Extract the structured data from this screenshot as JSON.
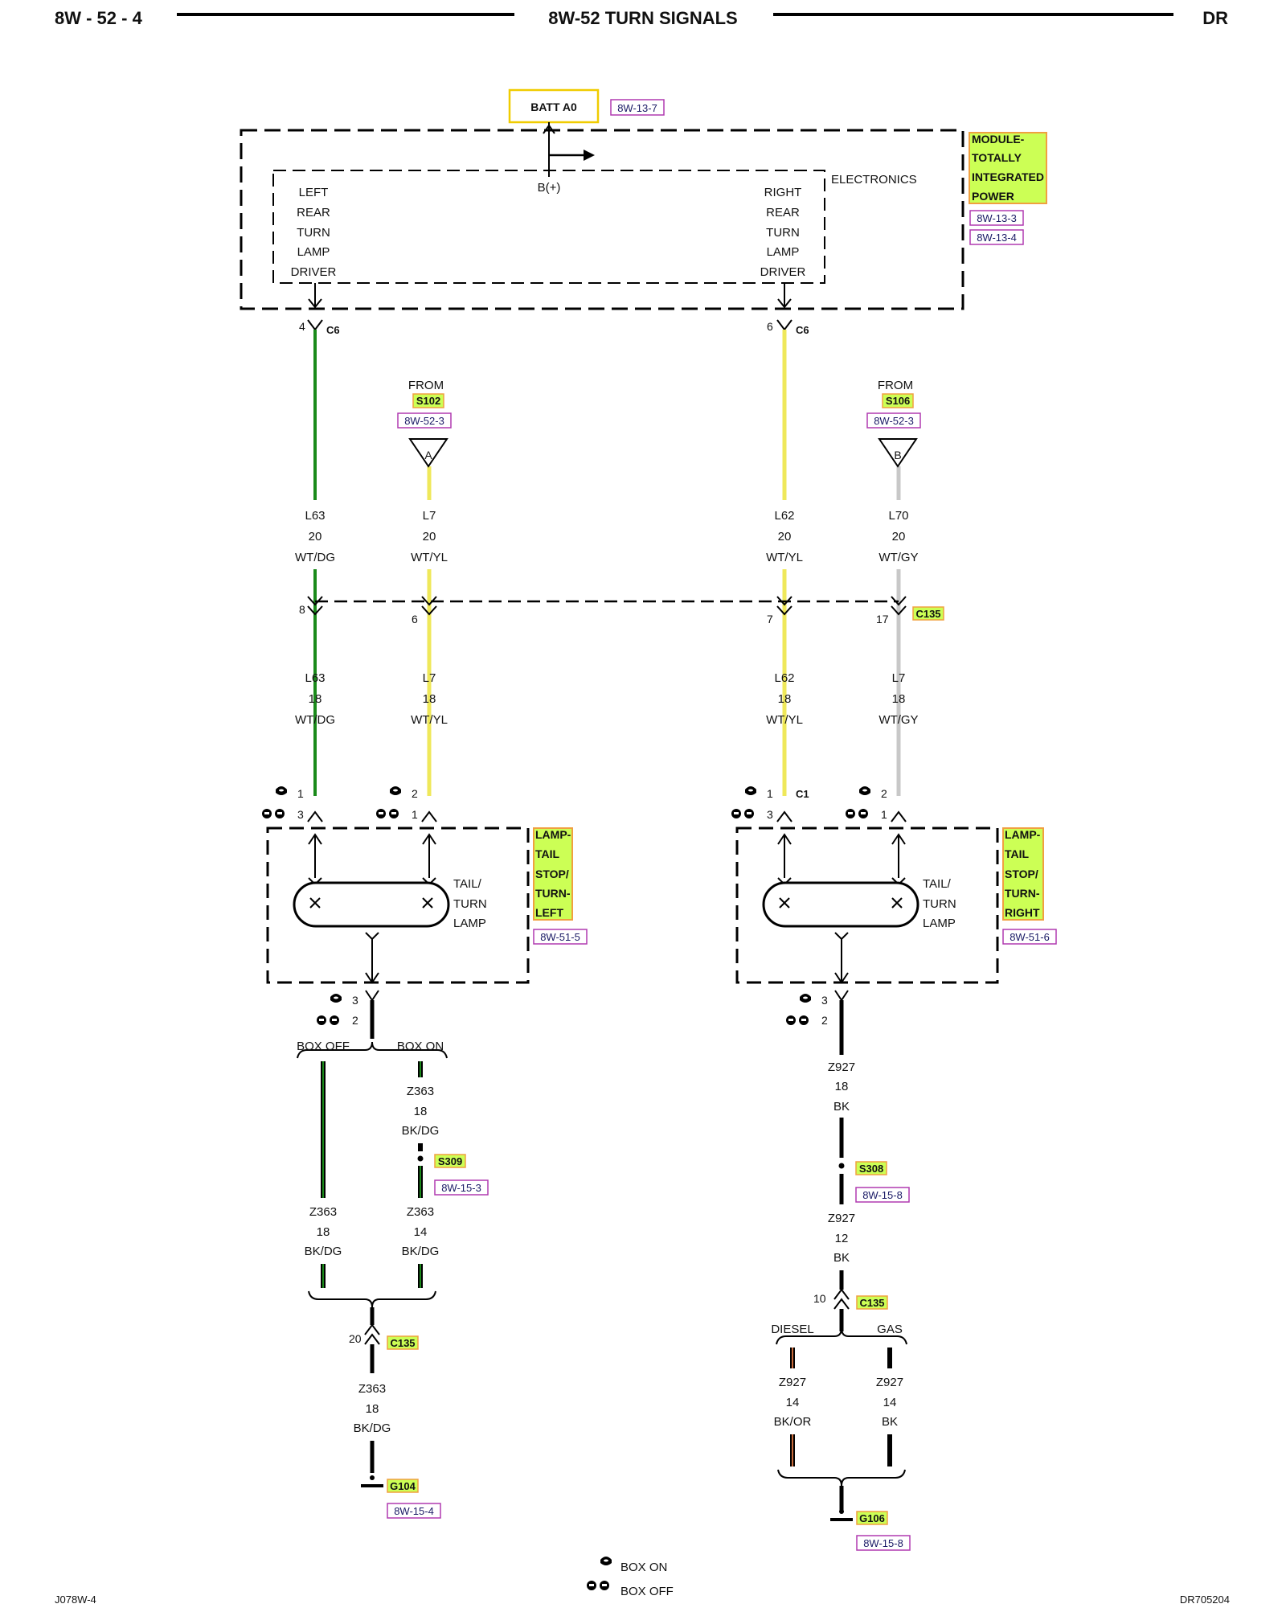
{
  "header": {
    "page_num": "8W - 52 - 4",
    "title": "8W-52 TURN SIGNALS",
    "code": "DR"
  },
  "footer": {
    "left": "J078W-4",
    "right": "DR705204"
  },
  "colors": {
    "green": "#1a8a1a",
    "yellow": "#efe85a",
    "gray": "#c8c8c8",
    "black": "#000000",
    "highlight_fill": "#ccff55",
    "highlight_border": "#f0a040",
    "ref_border": "#b03ab0",
    "batt_border": "#f0cc00"
  },
  "batt": {
    "label": "BATT A0",
    "ref": "8W-13-7"
  },
  "module": {
    "name_lines": [
      "MODULE-",
      "TOTALLY",
      "INTEGRATED",
      "POWER"
    ],
    "refs": [
      "8W-13-3",
      "8W-13-4"
    ],
    "electronics": "ELECTRONICS",
    "bplus": "B(+)",
    "left_driver": [
      "LEFT",
      "REAR",
      "TURN",
      "LAMP",
      "DRIVER"
    ],
    "right_driver": [
      "RIGHT",
      "REAR",
      "TURN",
      "LAMP",
      "DRIVER"
    ],
    "left_pin": "4",
    "right_pin": "6",
    "connector": "C6"
  },
  "splices_in": [
    {
      "from": "FROM",
      "splice": "S102",
      "ref": "8W-52-3",
      "letter": "A"
    },
    {
      "from": "FROM",
      "splice": "S106",
      "ref": "8W-52-3",
      "letter": "B"
    }
  ],
  "wires_upper": [
    {
      "circuit": "L63",
      "gauge": "20",
      "color": "WT/DG"
    },
    {
      "circuit": "L7",
      "gauge": "20",
      "color": "WT/YL"
    },
    {
      "circuit": "L62",
      "gauge": "20",
      "color": "WT/YL"
    },
    {
      "circuit": "L70",
      "gauge": "20",
      "color": "WT/GY"
    }
  ],
  "c135_upper": {
    "pins": [
      "8",
      "6",
      "7",
      "17"
    ],
    "label": "C135"
  },
  "wires_lower": [
    {
      "circuit": "L63",
      "gauge": "18",
      "color": "WT/DG"
    },
    {
      "circuit": "L7",
      "gauge": "18",
      "color": "WT/YL"
    },
    {
      "circuit": "L62",
      "gauge": "18",
      "color": "WT/YL"
    },
    {
      "circuit": "L7",
      "gauge": "18",
      "color": "WT/GY"
    }
  ],
  "lamp_left": {
    "name_lines": [
      "LAMP-",
      "TAIL",
      "STOP/",
      "TURN-",
      "LEFT"
    ],
    "ref": "8W-51-5",
    "lamp_text": [
      "TAIL/",
      "TURN",
      "LAMP"
    ],
    "pins_top": [
      "1",
      "3",
      "2",
      "1"
    ],
    "pins_bottom": [
      "3",
      "2"
    ]
  },
  "lamp_right": {
    "name_lines": [
      "LAMP-",
      "TAIL",
      "STOP/",
      "TURN-",
      "RIGHT"
    ],
    "ref": "8W-51-6",
    "lamp_text": [
      "TAIL/",
      "TURN",
      "LAMP"
    ],
    "pins_top": [
      "1",
      "3",
      "2",
      "1"
    ],
    "connector": "C1",
    "pins_bottom": [
      "3",
      "2"
    ]
  },
  "ground_left": {
    "box_off": "BOX OFF",
    "box_on": "BOX ON",
    "w_on_a": {
      "circuit": "Z363",
      "gauge": "18",
      "color": "BK/DG"
    },
    "splice": "S309",
    "splice_ref": "8W-15-3",
    "w_off": {
      "circuit": "Z363",
      "gauge": "18",
      "color": "BK/DG"
    },
    "w_on_b": {
      "circuit": "Z363",
      "gauge": "14",
      "color": "BK/DG"
    },
    "c135_pin": "20",
    "c135": "C135",
    "w_final": {
      "circuit": "Z363",
      "gauge": "18",
      "color": "BK/DG"
    },
    "ground": "G104",
    "ground_ref": "8W-15-4"
  },
  "ground_right": {
    "w1": {
      "circuit": "Z927",
      "gauge": "18",
      "color": "BK"
    },
    "splice": "S308",
    "splice_ref": "8W-15-8",
    "w2": {
      "circuit": "Z927",
      "gauge": "12",
      "color": "BK"
    },
    "c135_pin": "10",
    "c135": "C135",
    "diesel": "DIESEL",
    "gas": "GAS",
    "w_diesel": {
      "circuit": "Z927",
      "gauge": "14",
      "color": "BK/OR"
    },
    "w_gas": {
      "circuit": "Z927",
      "gauge": "14",
      "color": "BK"
    },
    "ground": "G106",
    "ground_ref": "8W-15-8"
  },
  "legend": {
    "box_on": "BOX ON",
    "box_off": "BOX OFF"
  }
}
